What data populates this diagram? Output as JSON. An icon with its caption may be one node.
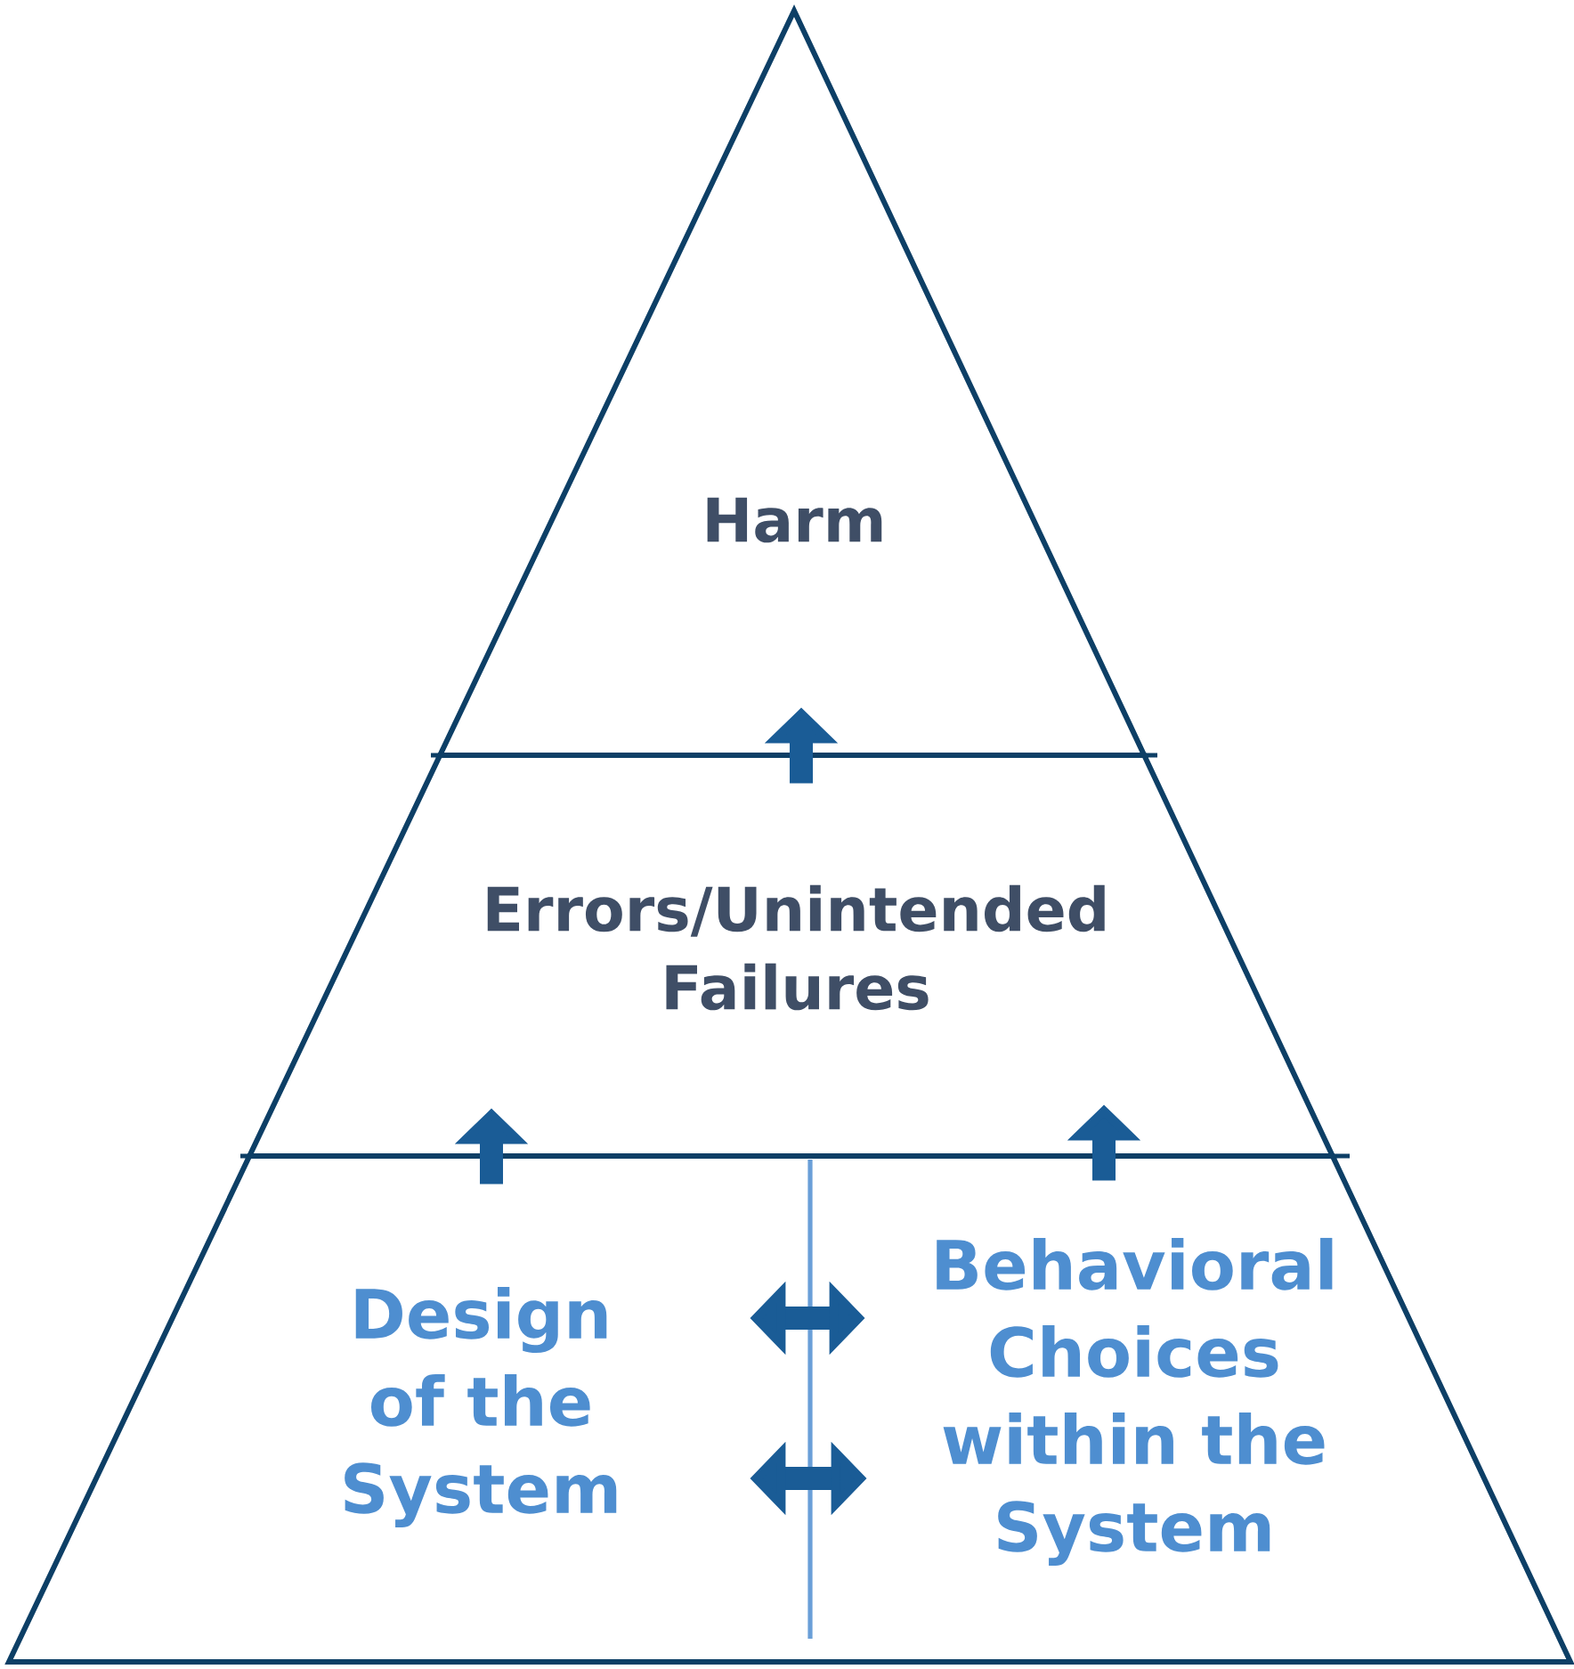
{
  "diagram": {
    "nodes": [
      {
        "text": [
          "Harm"
        ]
      },
      {
        "text": [
          "Errors/Unintended Failures"
        ]
      },
      {
        "text": [
          "Design of the System"
        ]
      },
      {
        "text": [
          "Behavioral Choices within the System"
        ]
      }
    ],
    "edges": [
      {
        "from": 1,
        "to": 0,
        "arrow": "to"
      },
      {
        "from": 2,
        "to": 1,
        "arrow": "to"
      },
      {
        "from": 3,
        "to": 1,
        "arrow": "to"
      },
      {
        "from": 2,
        "to": 3,
        "arrow": "both"
      },
      {
        "from": 2,
        "to": 3,
        "arrow": "both"
      }
    ]
  }
}
